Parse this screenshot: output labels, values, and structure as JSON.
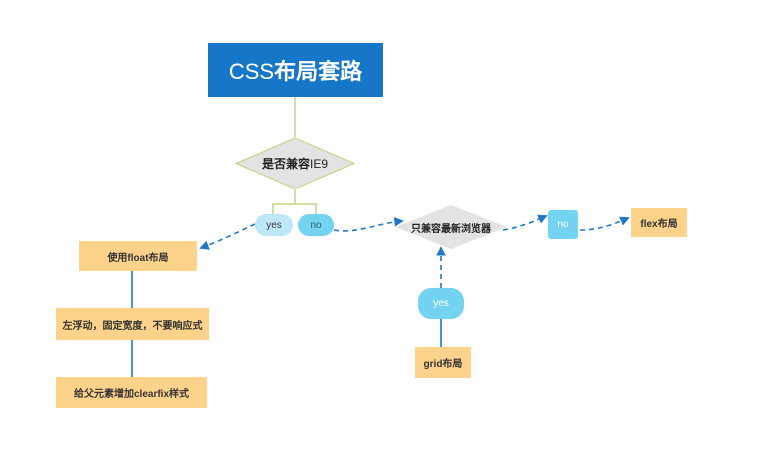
{
  "title": "CSS布局套路",
  "title_parts": {
    "prefix": "CSS",
    "rest": "布局套路"
  },
  "decision_ie9": {
    "prefix": "是否兼容",
    "suffix": "IE9"
  },
  "branch_ie9": {
    "yes": "yes",
    "no": "no"
  },
  "decision_modern": "只兼容最新浏览器",
  "branch_modern": {
    "yes": "yes",
    "no": "no"
  },
  "steps_left": [
    "使用float布局",
    "左浮动，固定宽度，不要响应式",
    "给父元素增加clearfix样式"
  ],
  "result_grid": "grid布局",
  "result_flex": "flex布局",
  "colors": {
    "title_bg": "#1677c8",
    "diamond_fill": "#e3e3e3",
    "diamond_border_top": "#c3d68a",
    "pill_light": "#bfe8f7",
    "pill_mid": "#74d3f0",
    "step_box": "#fdd28b",
    "connector_solid": "#c3d68a",
    "connector_dashed": "#1f78c8"
  }
}
